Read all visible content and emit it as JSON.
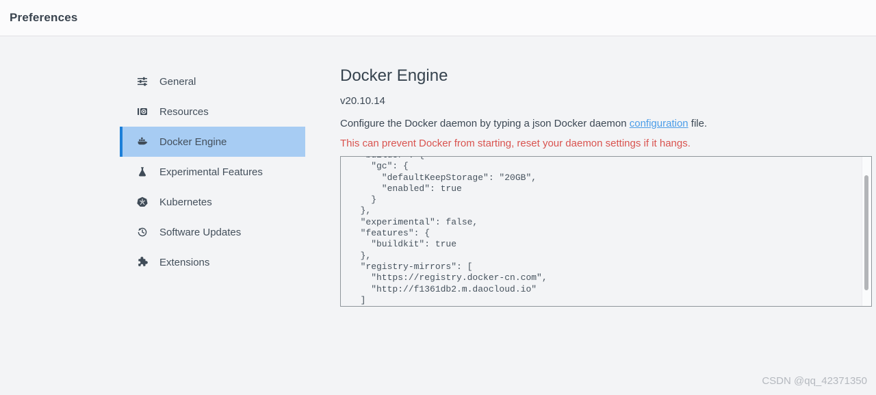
{
  "header": {
    "title": "Preferences"
  },
  "sidebar": {
    "items": [
      {
        "label": "General",
        "icon": "sliders-icon",
        "selected": false
      },
      {
        "label": "Resources",
        "icon": "resources-icon",
        "selected": false
      },
      {
        "label": "Docker Engine",
        "icon": "whale-icon",
        "selected": true
      },
      {
        "label": "Experimental Features",
        "icon": "flask-icon",
        "selected": false
      },
      {
        "label": "Kubernetes",
        "icon": "kubernetes-icon",
        "selected": false
      },
      {
        "label": "Software Updates",
        "icon": "history-icon",
        "selected": false
      },
      {
        "label": "Extensions",
        "icon": "puzzle-icon",
        "selected": false
      }
    ]
  },
  "main": {
    "title": "Docker Engine",
    "version": "v20.10.14",
    "description_prefix": "Configure the Docker daemon by typing a json Docker daemon ",
    "description_link": "configuration",
    "description_suffix": " file.",
    "warning": "This can prevent Docker from starting, reset your daemon settings if it hangs.",
    "editor": {
      "code_lines": [
        "  \"builder\": {",
        "    \"gc\": {",
        "      \"defaultKeepStorage\": \"20GB\",",
        "      \"enabled\": true",
        "    }",
        "  },",
        "  \"experimental\": false,",
        "  \"features\": {",
        "    \"buildkit\": true",
        "  },",
        "  \"registry-mirrors\": [",
        "    \"https://registry.docker-cn.com\",",
        "    \"http://f1361db2.m.daocloud.io\"",
        "  ]"
      ]
    }
  },
  "watermark": "CSDN @qq_42371350",
  "colors": {
    "selected_item_bg": "#a7ccf3",
    "selected_item_accent": "#1c7fd8",
    "link": "#4a9de8",
    "warning_text": "#d9534f",
    "page_bg": "#f3f4f6",
    "editor_border": "#8f969b",
    "icon_fill": "#3f4b57"
  }
}
